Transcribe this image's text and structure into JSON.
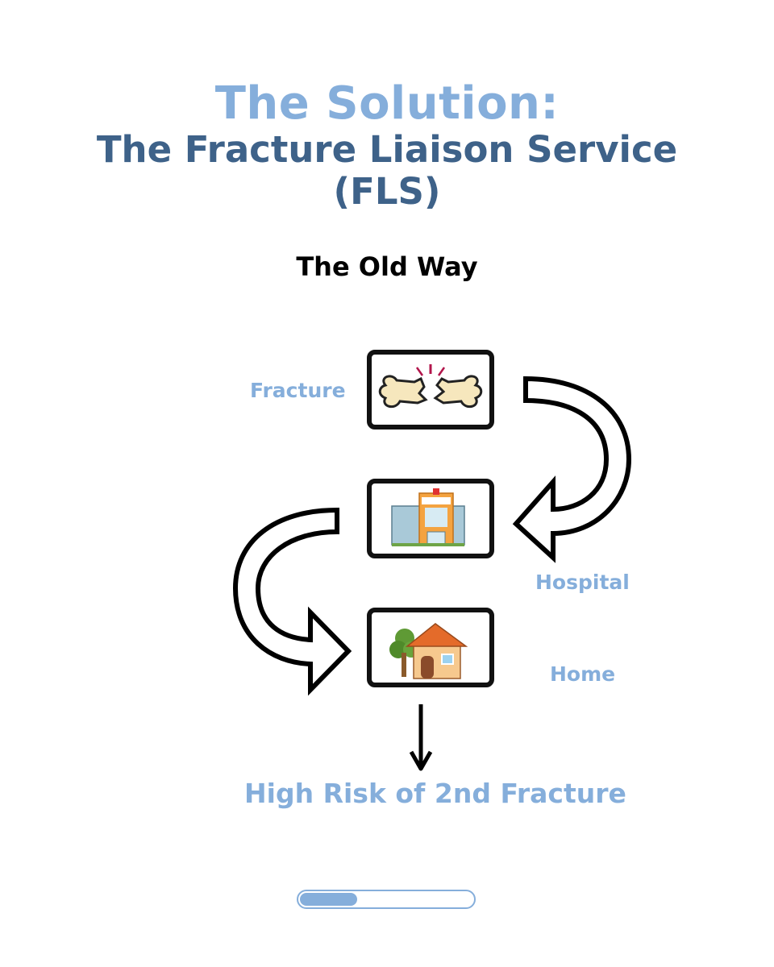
{
  "header": {
    "title_line1": "The Solution:",
    "title_line2": "The Fracture Liaison Service",
    "title_line3": "(FLS)"
  },
  "section": {
    "subtitle": "The Old Way"
  },
  "steps": [
    {
      "label": "Fracture",
      "icon": "broken-bone-icon"
    },
    {
      "label": "Hospital",
      "icon": "hospital-icon"
    },
    {
      "label": "Home",
      "icon": "house-icon"
    }
  ],
  "outcome": {
    "label": "High Risk of 2nd Fracture"
  },
  "progress": {
    "fraction": 0.33
  },
  "colors": {
    "accent": "#85aedb",
    "dark": "#3e6289"
  }
}
